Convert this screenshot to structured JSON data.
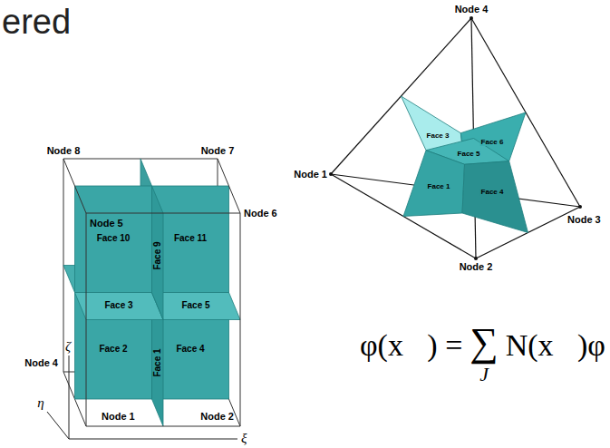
{
  "diagram": {
    "title": "ered",
    "labels": [
      "Node 8",
      "Node 7",
      "Node 5",
      "Node 6",
      "Face 10",
      "Face 9",
      "Face 11",
      "Face 3",
      "Face 5",
      "Node 4",
      "ζ",
      "Face 2",
      "Face 1",
      "Face 4",
      "η",
      "Node 1",
      "Node 2",
      "ξ",
      "Node 4",
      "Node 1",
      "Face 3",
      "Face 6",
      "Face 5",
      "Face 1",
      "Face 4",
      "Node 3",
      "Node 2",
      "φ(x⃗) =",
      "∑",
      "N(x⃗)φ",
      "J"
    ]
  }
}
